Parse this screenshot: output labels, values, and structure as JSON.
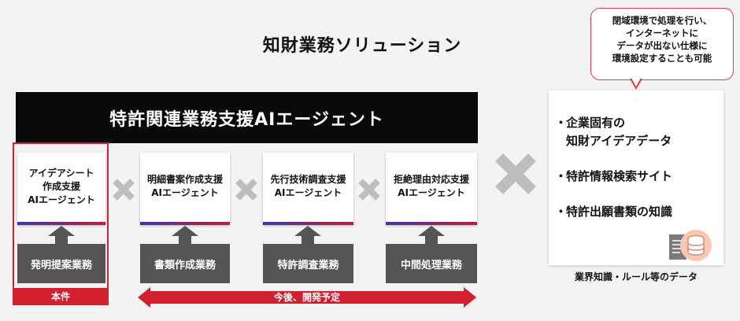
{
  "title": "知財業務ソリューション",
  "callout": {
    "lines": [
      "閉域環境で処理を行い、",
      "インターネットに",
      "データが出ない仕様に",
      "環境設定することも可能"
    ]
  },
  "banner": "特許関連業務支援AIエージェント",
  "agents": [
    {
      "label": "アイデアシート\n作成支援\nAIエージェント",
      "task": "発明提案業務"
    },
    {
      "label": "明細書案作成支援\nAIエージェント",
      "task": "書類作成業務"
    },
    {
      "label": "先行技術調査支援\nAIエージェント",
      "task": "特許調査業務"
    },
    {
      "label": "拒絶理由対応支援\nAIエージェント",
      "task": "中間処理業務"
    }
  ],
  "scope_label": "本件",
  "future_label": "今後、開発予定",
  "data_panel": {
    "items": [
      "企業固有の\n知財アイデアデータ",
      "特許情報検索サイト",
      "特許出願書類の知識"
    ],
    "caption": "業界知識・ルール等のデータ"
  },
  "colors": {
    "accent_red": "#d3202f",
    "banner_black": "#0a0a0a",
    "task_gray": "#555555",
    "times_gray": "#bdbdbd",
    "gradient_start": "#3b37a8",
    "gradient_end": "#c21b3a"
  }
}
